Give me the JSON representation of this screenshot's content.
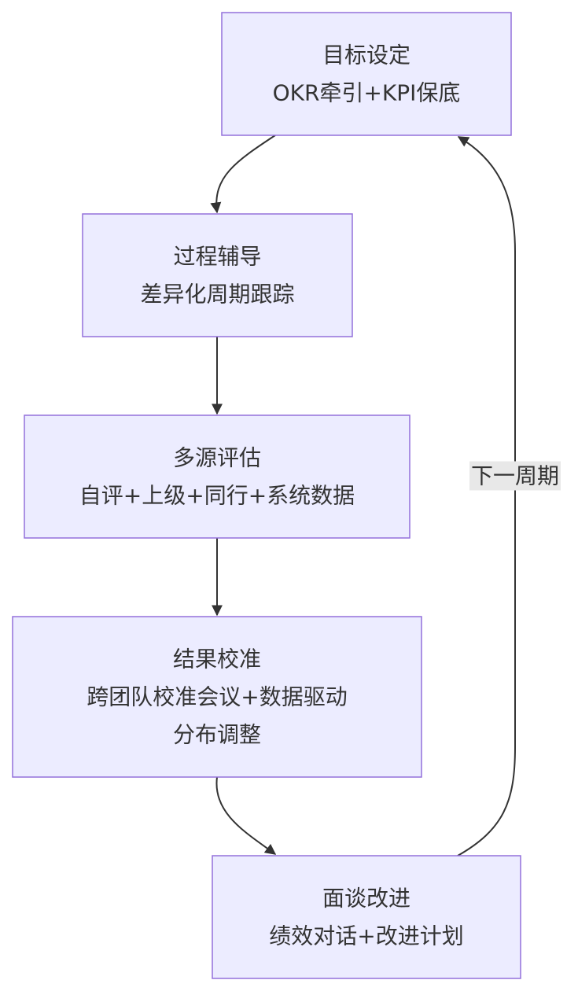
{
  "diagram": {
    "nodes": [
      {
        "id": "goal",
        "lines": [
          "目标设定",
          "OKR牵引+KPI保底"
        ]
      },
      {
        "id": "coach",
        "lines": [
          "过程辅导",
          "差异化周期跟踪"
        ]
      },
      {
        "id": "eval",
        "lines": [
          "多源评估",
          "自评+上级+同行+系统数据"
        ]
      },
      {
        "id": "calib",
        "lines": [
          "结果校准",
          "跨团队校准会议+数据驱动",
          "分布调整"
        ]
      },
      {
        "id": "talk",
        "lines": [
          "面谈改进",
          "绩效对话+改进计划"
        ]
      }
    ],
    "edges": [
      {
        "from": "goal",
        "to": "coach",
        "label": ""
      },
      {
        "from": "coach",
        "to": "eval",
        "label": ""
      },
      {
        "from": "eval",
        "to": "calib",
        "label": ""
      },
      {
        "from": "calib",
        "to": "talk",
        "label": ""
      },
      {
        "from": "talk",
        "to": "goal",
        "label": "下一周期"
      }
    ]
  }
}
